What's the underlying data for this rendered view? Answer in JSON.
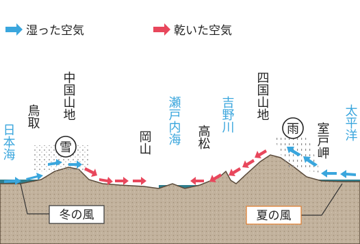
{
  "legend": {
    "humid": "湿った空気",
    "dry": "乾いた空気"
  },
  "labels": {
    "japan_sea": "日本海",
    "tottori": "鳥取",
    "chugoku": "中国山地",
    "okayama": "岡山",
    "seto": "瀬戸内海",
    "takamatsu": "高松",
    "yoshino": "吉野川",
    "shikoku": "四国山地",
    "muroto": "室戸岬",
    "pacific": "太平洋"
  },
  "symbols": {
    "snow": "雪",
    "rain": "雨"
  },
  "winds": {
    "winter": "冬の風",
    "summer": "夏の風"
  },
  "colors": {
    "humid": "#3aa6dd",
    "dry": "#e8475c",
    "ground": "#b8a894",
    "sea": "#2e7d8c",
    "text": "#222222"
  }
}
